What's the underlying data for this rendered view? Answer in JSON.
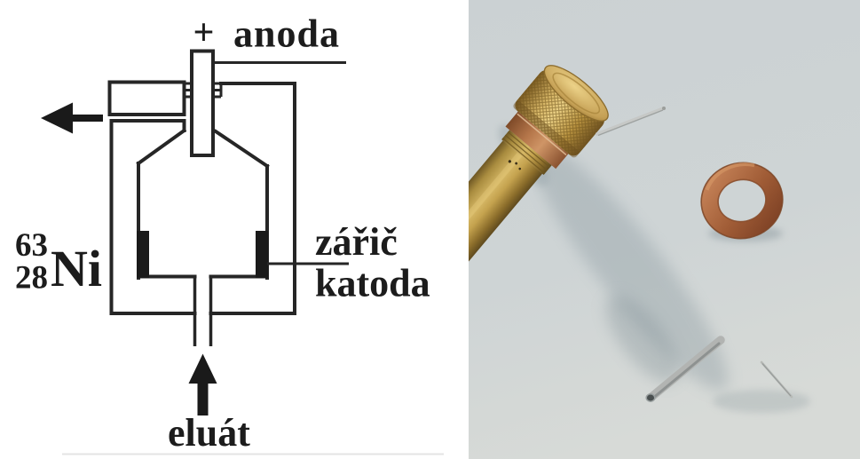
{
  "page": {
    "background": "#ffffff"
  },
  "diagram": {
    "labels": {
      "polarity": "+",
      "anode": "anoda",
      "isotope_mass_number": "63",
      "isotope_atomic_number": "28",
      "isotope_symbol": "Ni",
      "emitter": "zářič",
      "cathode": "katoda",
      "eluate": "eluát"
    },
    "line_color": "#262626",
    "electrode_fill": "#1a1a1a",
    "background": "#ffffff"
  },
  "photo": {
    "alt": "Brass electron-capture detector cell with two knurled end caps, steel inlet tube, thin anode pins and a copper sealing washer lying on a grey-blue surface",
    "colors": {
      "background": "#cfd5d6",
      "brass_highlight": "#edd388",
      "brass_mid": "#b5914a",
      "brass_shadow": "#6e5724",
      "copper_washer": "#a05c36",
      "copper_collar": "#a3674a",
      "steel_pin": "#b2b4b2"
    }
  }
}
